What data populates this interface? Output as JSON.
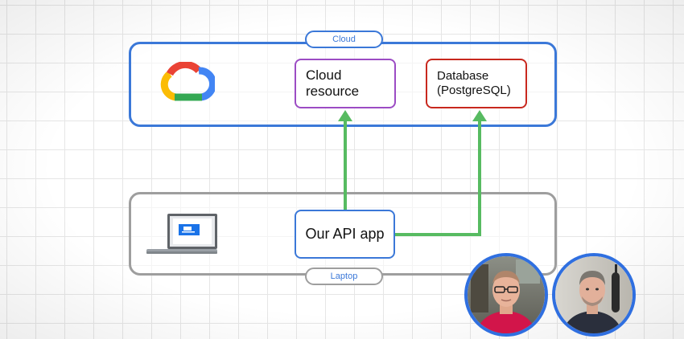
{
  "diagram": {
    "cloud_region": {
      "label": "Cloud"
    },
    "laptop_region": {
      "label": "Laptop"
    },
    "nodes": {
      "cloud_resource": {
        "line1": "Cloud",
        "line2": "resource"
      },
      "database": {
        "line1": "Database",
        "line2": "(PostgreSQL)"
      },
      "api_app": {
        "label": "Our API app"
      }
    },
    "icons": {
      "cloud_logo": "google-cloud-logo-icon",
      "laptop": "laptop-icon"
    },
    "edges": [
      {
        "from": "api_app",
        "to": "cloud_resource",
        "color": "#57bb61"
      },
      {
        "from": "api_app",
        "to": "database",
        "color": "#57bb61"
      }
    ]
  },
  "presenters": [
    {
      "name": "presenter-1",
      "shirt_color": "#d2154a"
    },
    {
      "name": "presenter-2",
      "shirt_color": "#2a2f3c"
    }
  ],
  "colors": {
    "cloud_border": "#3b78d8",
    "laptop_border": "#9e9e9e",
    "resource_border": "#9c4cc4",
    "database_border": "#c8281e",
    "arrow": "#57bb61",
    "avatar_ring": "#2f6fe0"
  }
}
